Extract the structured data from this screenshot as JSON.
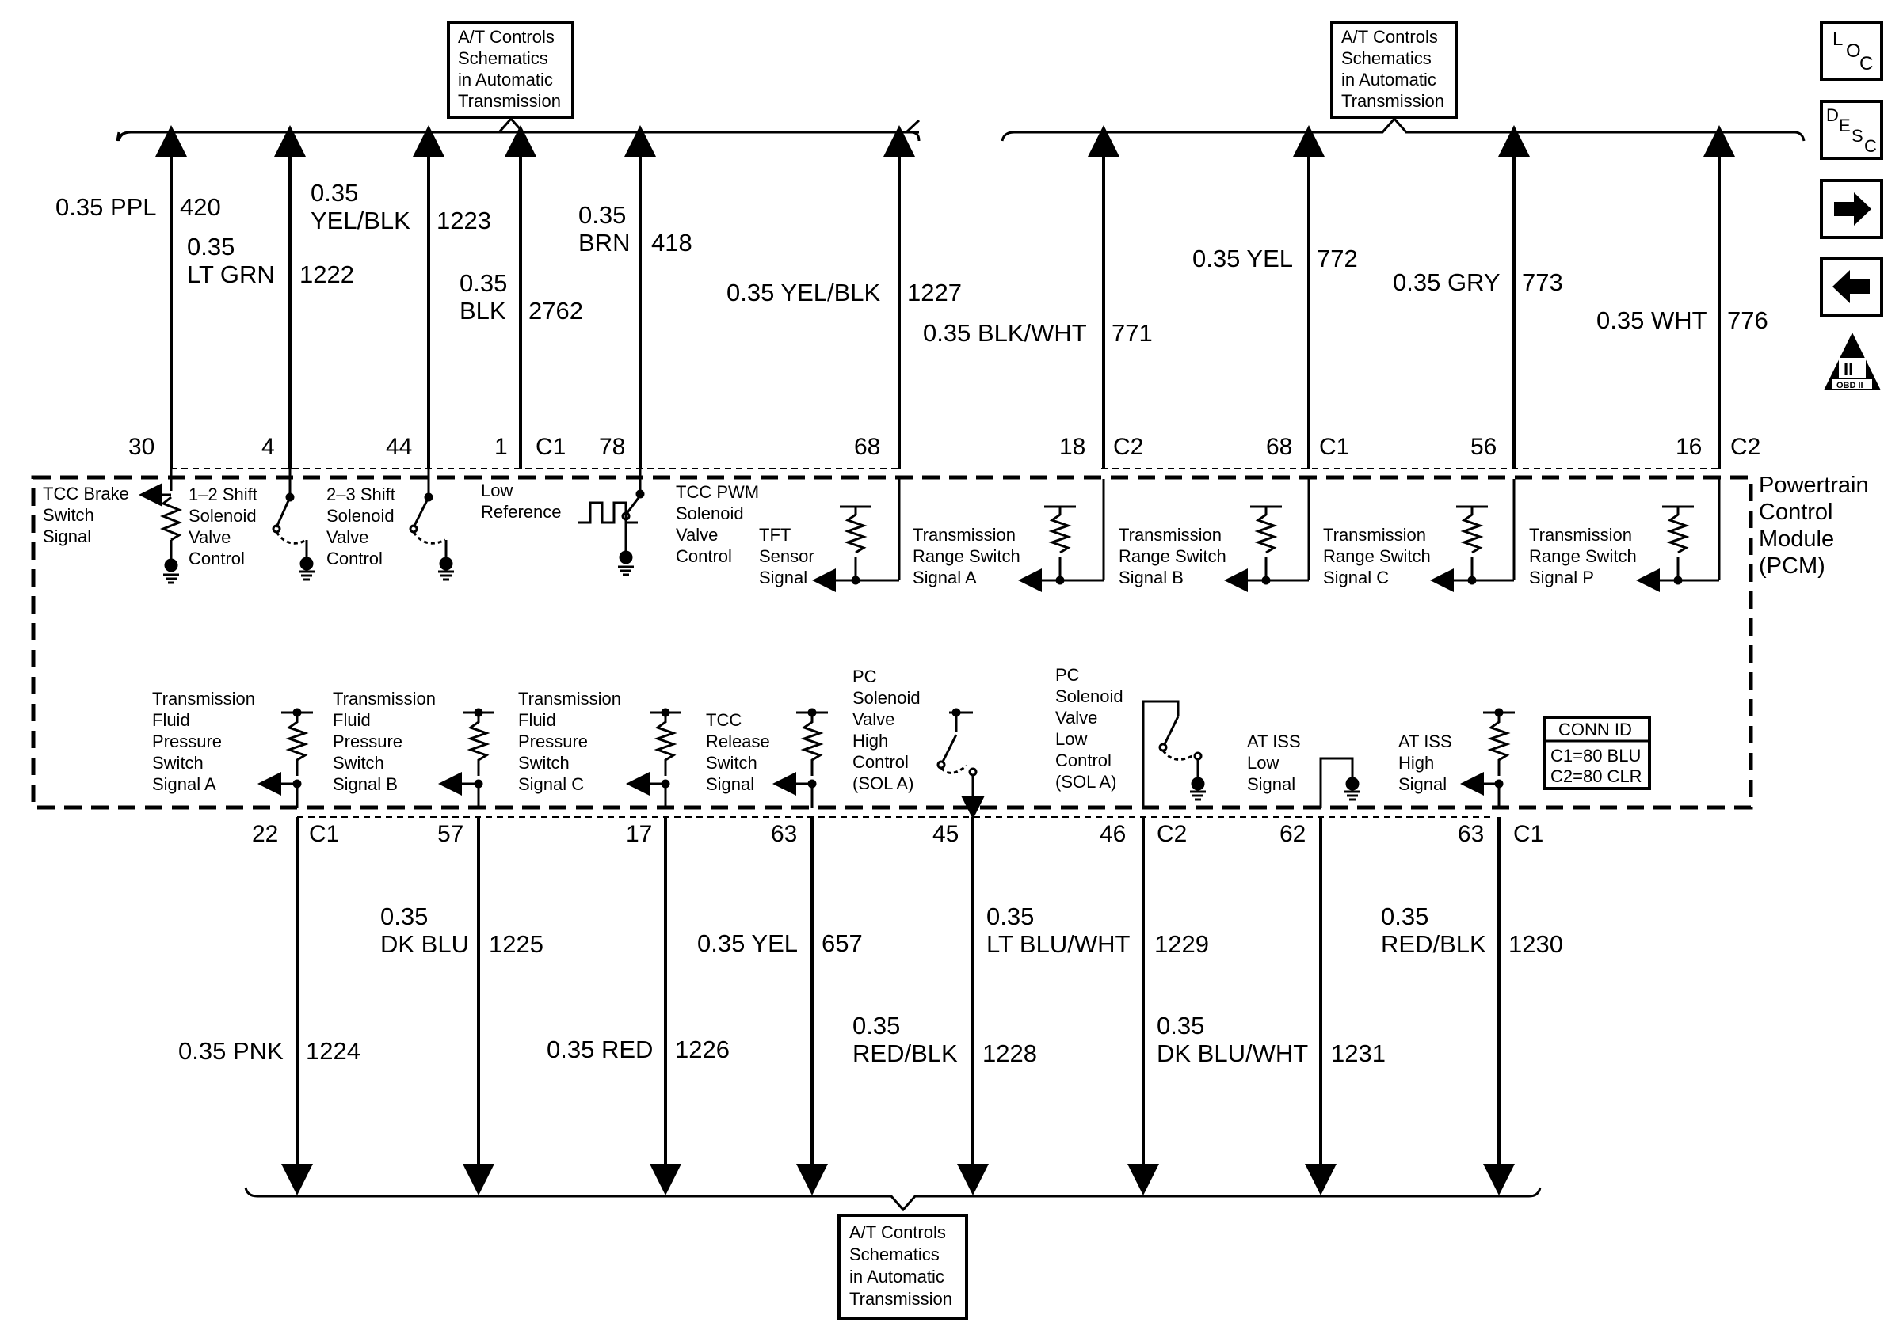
{
  "ref_boxes": {
    "top_left": [
      "A/T Controls",
      "Schematics",
      "in Automatic",
      "Transmission"
    ],
    "top_right": [
      "A/T Controls",
      "Schematics",
      "in Automatic",
      "Transmission"
    ],
    "bottom": [
      "A/T Controls",
      "Schematics",
      "in Automatic",
      "Transmission"
    ]
  },
  "nav": {
    "loc": {
      "l1": "L",
      "l2": "O",
      "l3": "C"
    },
    "desc": {
      "l1": "D",
      "l2": "E",
      "l3": "S",
      "l4": "C"
    },
    "obd": {
      "numeral": "II",
      "label": "OBD II"
    }
  },
  "pcm": {
    "lines": [
      "Powertrain",
      "Control",
      "Module",
      "(PCM)"
    ]
  },
  "conn_id": {
    "title": "CONN ID",
    "c1": "C1=80 BLU",
    "c2": "C2=80 CLR"
  },
  "top_wires": [
    {
      "size": "0.35 PPL",
      "circuit": "420",
      "pin": "30",
      "conn": ""
    },
    {
      "size1": "0.35",
      "size2": "LT GRN",
      "circuit": "1222",
      "pin": "4",
      "conn": ""
    },
    {
      "size1": "0.35",
      "size2": "YEL/BLK",
      "circuit": "1223",
      "pin": "44",
      "conn": ""
    },
    {
      "size1": "0.35",
      "size2": "BLK",
      "circuit": "2762",
      "pin": "1",
      "conn": "C1"
    },
    {
      "size1": "0.35",
      "size2": "BRN",
      "circuit": "418",
      "pin": "78",
      "conn": ""
    },
    {
      "size": "0.35 YEL/BLK",
      "circuit": "1227",
      "pin": "68",
      "conn": ""
    },
    {
      "size": "0.35 BLK/WHT",
      "circuit": "771",
      "pin": "18",
      "conn": "C2"
    },
    {
      "size": "0.35 YEL",
      "circuit": "772",
      "pin": "68",
      "conn": "C1"
    },
    {
      "size": "0.35 GRY",
      "circuit": "773",
      "pin": "56",
      "conn": ""
    },
    {
      "size": "0.35 WHT",
      "circuit": "776",
      "pin": "16",
      "conn": "C2"
    }
  ],
  "bottom_wires": [
    {
      "size": "0.35 PNK",
      "circuit": "1224",
      "pin": "22",
      "conn": "C1"
    },
    {
      "size1": "0.35",
      "size2": "DK BLU",
      "circuit": "1225",
      "pin": "57",
      "conn": ""
    },
    {
      "size": "0.35 RED",
      "circuit": "1226",
      "pin": "17",
      "conn": ""
    },
    {
      "size": "0.35 YEL",
      "circuit": "657",
      "pin": "63",
      "conn": ""
    },
    {
      "size1": "0.35",
      "size2": "RED/BLK",
      "circuit": "1228",
      "pin": "45",
      "conn": ""
    },
    {
      "size1": "0.35",
      "size2": "LT BLU/WHT",
      "circuit": "1229",
      "pin": "46",
      "conn": "C2"
    },
    {
      "size1": "0.35",
      "size2": "DK BLU/WHT",
      "circuit": "1231",
      "pin": "62",
      "conn": ""
    },
    {
      "size1": "0.35",
      "size2": "RED/BLK",
      "circuit": "1230",
      "pin": "63",
      "conn": "C1"
    }
  ],
  "components_top": [
    {
      "lines": [
        "TCC Brake",
        "Switch",
        "Signal"
      ]
    },
    {
      "lines": [
        "1–2 Shift",
        "Solenoid",
        "Valve",
        "Control"
      ]
    },
    {
      "lines": [
        "2–3 Shift",
        "Solenoid",
        "Valve",
        "Control"
      ]
    },
    {
      "lines": [
        "Low",
        "Reference"
      ]
    },
    {
      "lines": [
        "TCC PWM",
        "Solenoid",
        "Valve",
        "Control"
      ]
    },
    {
      "lines": [
        "TFT",
        "Sensor",
        "Signal"
      ]
    },
    {
      "lines": [
        "Transmission",
        "Range Switch",
        "Signal A"
      ]
    },
    {
      "lines": [
        "Transmission",
        "Range Switch",
        "Signal B"
      ]
    },
    {
      "lines": [
        "Transmission",
        "Range Switch",
        "Signal C"
      ]
    },
    {
      "lines": [
        "Transmission",
        "Range Switch",
        "Signal P"
      ]
    }
  ],
  "components_bottom": [
    {
      "lines": [
        "Transmission",
        "Fluid",
        "Pressure",
        "Switch",
        "Signal A"
      ]
    },
    {
      "lines": [
        "Transmission",
        "Fluid",
        "Pressure",
        "Switch",
        "Signal B"
      ]
    },
    {
      "lines": [
        "Transmission",
        "Fluid",
        "Pressure",
        "Switch",
        "Signal C"
      ]
    },
    {
      "lines": [
        "TCC",
        "Release",
        "Switch",
        "Signal"
      ]
    },
    {
      "lines": [
        "PC",
        "Solenoid",
        "Valve",
        "High",
        "Control",
        "(SOL A)"
      ]
    },
    {
      "lines": [
        "PC",
        "Solenoid",
        "Valve",
        "Low",
        "Control",
        "(SOL A)"
      ]
    },
    {
      "lines": [
        "AT ISS",
        "Low",
        "Signal"
      ]
    },
    {
      "lines": [
        "AT ISS",
        "High",
        "Signal"
      ]
    }
  ]
}
